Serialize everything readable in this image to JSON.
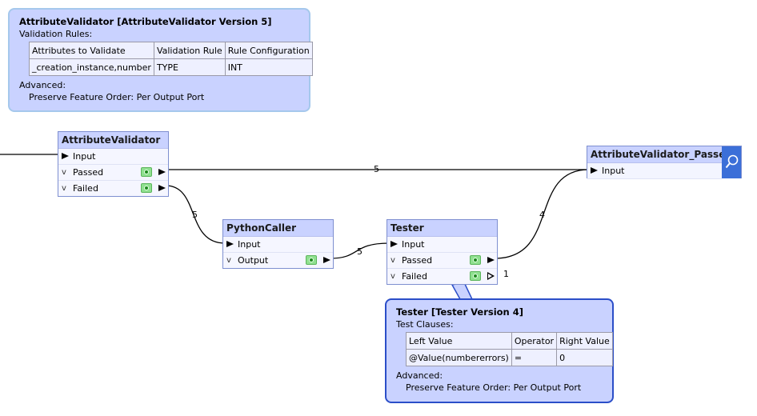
{
  "balloons": {
    "attribute_validator": {
      "title": "AttributeValidator [AttributeValidator Version 5]",
      "section": "Validation Rules:",
      "headers": [
        "Attributes to Validate",
        "Validation Rule",
        "Rule Configuration"
      ],
      "rows": [
        [
          "_creation_instance,number",
          "TYPE",
          "INT"
        ]
      ],
      "advanced_label": "Advanced:",
      "advanced_value": "Preserve Feature Order: Per Output Port"
    },
    "tester": {
      "title": "Tester [Tester Version 4]",
      "section": "Test Clauses:",
      "headers": [
        "Left Value",
        "Operator",
        "Right Value"
      ],
      "rows": [
        [
          "@Value(numbererrors)",
          "=",
          "0"
        ]
      ],
      "advanced_label": "Advanced:",
      "advanced_value": "Preserve Feature Order: Per Output Port"
    }
  },
  "nodes": {
    "attribute_validator": {
      "title": "AttributeValidator",
      "input": "Input",
      "passed": "Passed",
      "failed": "Failed"
    },
    "python_caller": {
      "title": "PythonCaller",
      "input": "Input",
      "output": "Output"
    },
    "tester": {
      "title": "Tester",
      "input": "Input",
      "passed": "Passed",
      "failed": "Failed"
    },
    "passed_inspector": {
      "title": "AttributeValidator_Passed",
      "input": "Input"
    }
  },
  "counts": {
    "validator_passed_to_inspector": "5",
    "validator_failed_to_python": "5",
    "python_to_tester": "5",
    "tester_passed_to_inspector": "4",
    "tester_failed": "1"
  },
  "colors": {
    "node_header": "#c9d2ff",
    "node_border": "#7e8fd0",
    "balloon_fill": "#c9d2ff",
    "selected_border": "#2b4ec8",
    "inspector_button": "#3b6fd8",
    "eye_green": "#8fe08f"
  }
}
